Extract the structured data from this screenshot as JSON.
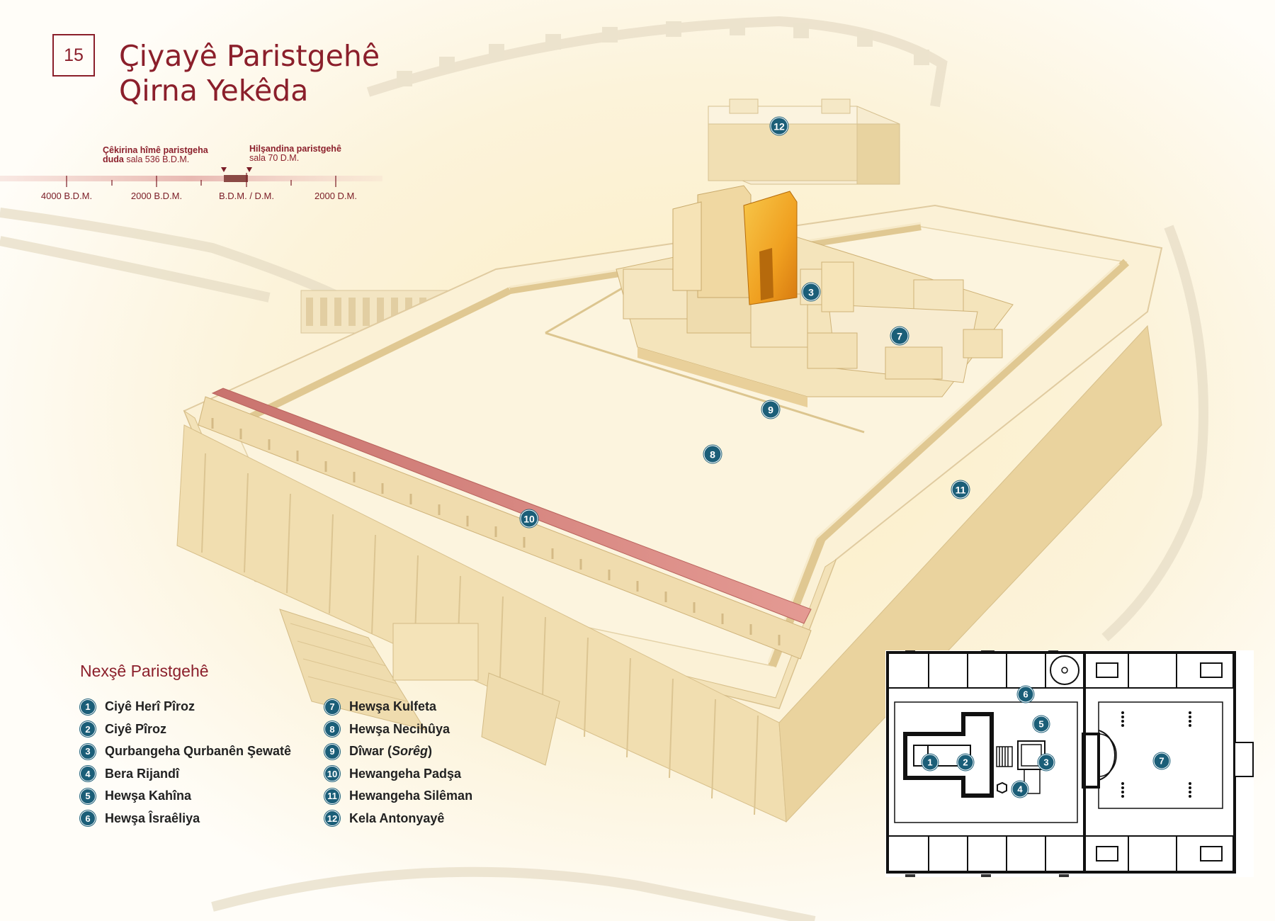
{
  "chapter_number": "15",
  "title_lines": [
    "Çiyayê Paristgehê",
    "Qirna Yekêda"
  ],
  "timeline": {
    "event_left_bold": "Çêkirina hîmê paristgeha",
    "event_left_bold2": "duda",
    "event_left_plain": "sala 536 B.D.M.",
    "event_right_bold": "Hilşandina paristgehê",
    "event_right_plain": "sala 70 D.M.",
    "ticks": [
      "4000 B.D.M.",
      "2000 B.D.M.",
      "B.D.M. / D.M.",
      "2000 D.M."
    ]
  },
  "legend": {
    "title": "Nexşê Paristgehê",
    "items": [
      {
        "num": "1",
        "label": "Ciyê Herî Pîroz"
      },
      {
        "num": "2",
        "label": "Ciyê Pîroz"
      },
      {
        "num": "3",
        "label": "Qurbangeha Qurbanên Şewatê"
      },
      {
        "num": "4",
        "label": "Bera Rijandî"
      },
      {
        "num": "5",
        "label": "Hewşa Kahîna"
      },
      {
        "num": "6",
        "label": "Hewşa Îsraêliya"
      },
      {
        "num": "7",
        "label": "Hewşa Kulfeta"
      },
      {
        "num": "8",
        "label": "Hewşa Necihûya"
      },
      {
        "num": "9",
        "label": "Dîwar (",
        "italic": "Sorêg",
        "after": ")"
      },
      {
        "num": "10",
        "label": "Hewangeha Padşa"
      },
      {
        "num": "11",
        "label": "Hewangeha Silêman"
      },
      {
        "num": "12",
        "label": "Kela Antonyayê"
      }
    ]
  },
  "scene_markers": [
    "12",
    "3",
    "7",
    "9",
    "8",
    "11",
    "10"
  ],
  "plan_markers": [
    "1",
    "2",
    "3",
    "4",
    "5",
    "6",
    "7"
  ],
  "colors": {
    "accent": "#8b1f2b",
    "marker": "#1b5e78",
    "roof": "#e08a85",
    "gold": "#f0a020",
    "stone": "#f6e7bd"
  }
}
